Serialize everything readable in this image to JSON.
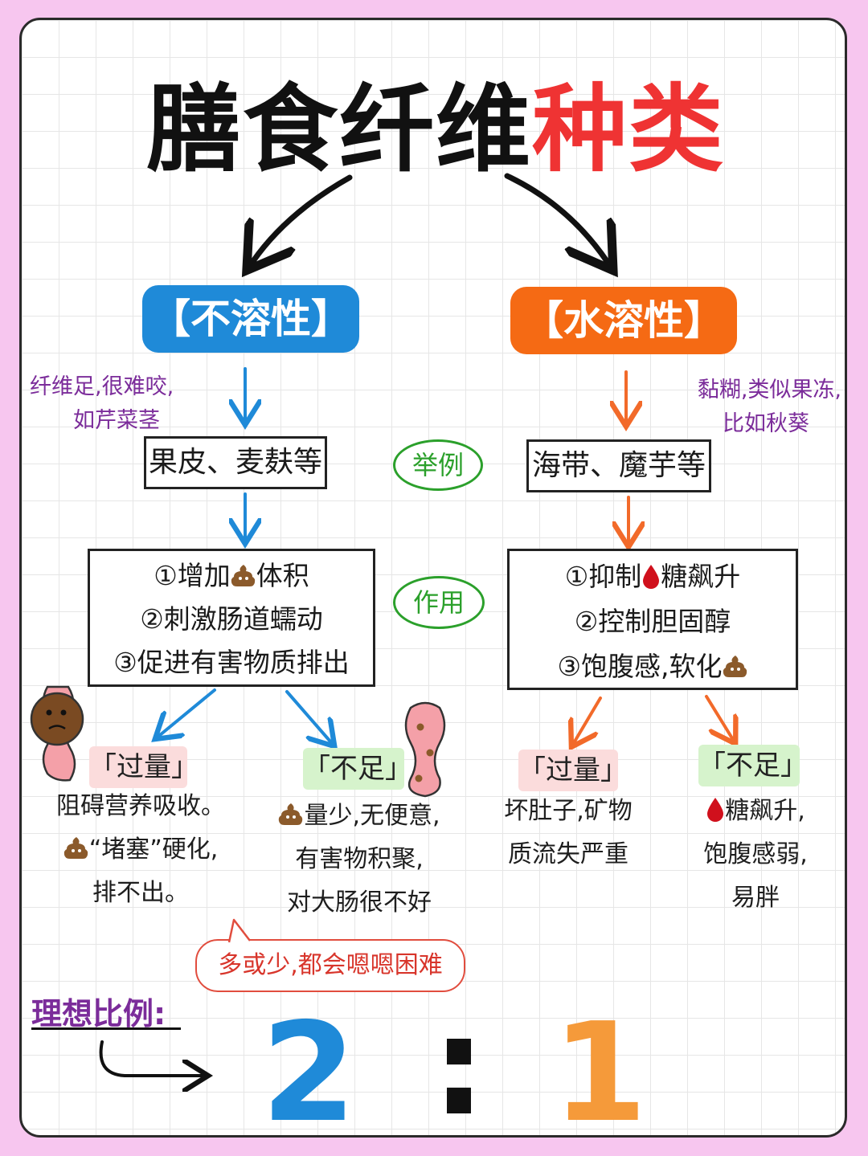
{
  "title": {
    "part1": "膳食纤维",
    "part2": "种类"
  },
  "left": {
    "heading": "【不溶性】",
    "note_lines": [
      "纤维足,很难咬,",
      "如芹菜茎"
    ],
    "example": "果皮、麦麸等",
    "effects": [
      "①增加",
      "体积",
      "②刺激肠道蠕动",
      "③促进有害物质排出"
    ],
    "excess_tag": "「过量」",
    "excess_text": [
      "阻碍营养吸收。",
      "“堵塞”硬化,",
      "排不出。"
    ],
    "lack_tag": "「不足」",
    "lack_text": [
      "量少,无便意,",
      "有害物积聚,",
      "对大肠很不好"
    ]
  },
  "right": {
    "heading": "【水溶性】",
    "note_lines": [
      "黏糊,类似果冻,",
      "比如秋葵"
    ],
    "example": "海带、魔芋等",
    "effects": [
      "①抑制",
      "糖飙升",
      "②控制胆固醇",
      "③饱腹感,软化"
    ],
    "excess_tag": "「过量」",
    "excess_text": [
      "坏肚子,矿物",
      "质流失严重"
    ],
    "lack_tag": "「不足」",
    "lack_text": [
      "糖飙升,",
      "饱腹感弱,",
      "易胖"
    ]
  },
  "middle": {
    "example_label": "举例",
    "effect_label": "作用"
  },
  "callout": "多或少,都会嗯嗯困难",
  "ratio": {
    "label": "理想比例:",
    "left_value": "2",
    "separator": ":",
    "right_value": "1"
  },
  "colors": {
    "background": "#f7c6ef",
    "title_accent": "#ef3333",
    "blue": "#1f8ad8",
    "orange": "#f56a14",
    "purple_note": "#7b2c9a",
    "green": "#2ba02b"
  },
  "icons": [
    "poop-icon",
    "blood-drop-icon",
    "curved-arrow-icon",
    "intestine-icon"
  ]
}
